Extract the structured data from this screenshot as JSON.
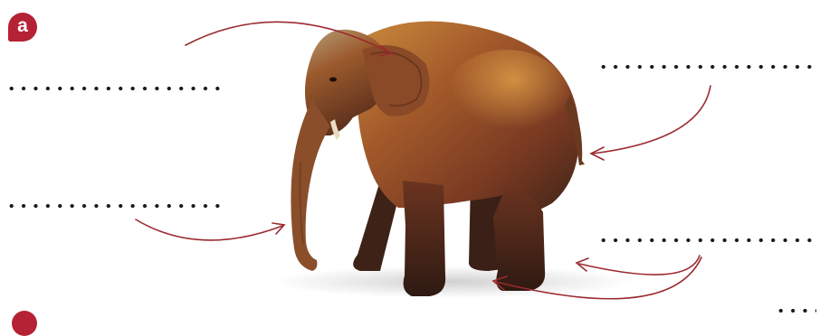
{
  "exercise": {
    "badge_label": "a"
  },
  "blanks": [
    {
      "id": "top-left"
    },
    {
      "id": "middle-left"
    },
    {
      "id": "top-right"
    },
    {
      "id": "lower-right"
    },
    {
      "id": "bottom-right"
    }
  ],
  "image": {
    "subject": "elephant",
    "arrow_color": "#9b2a2f",
    "badge_color": "#b52235"
  }
}
